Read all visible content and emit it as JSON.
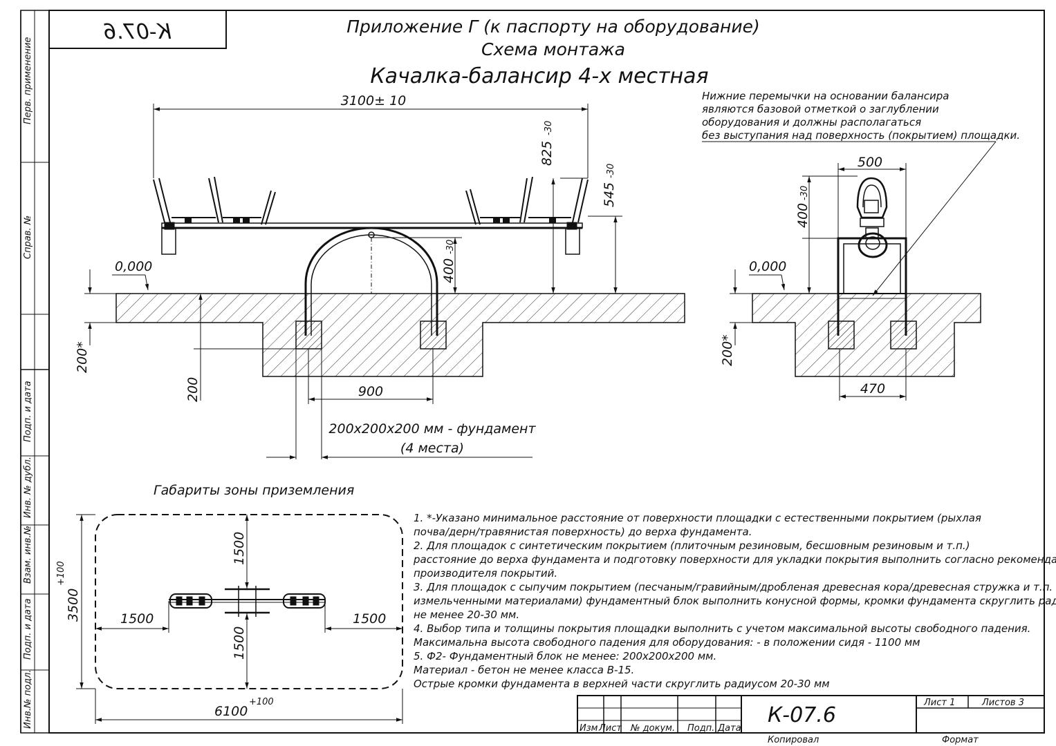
{
  "drawing_code": "К-07.6",
  "drawing_code_mirrored": "К-07.6",
  "title": {
    "line1": "Приложение Г (к паспорту на оборудование)",
    "line2": "Схема монтажа",
    "line3": "Качалка-балансир 4-х местная"
  },
  "side_strip": {
    "perv_primenenie": "Перв. применение",
    "sprav_no": "Справ. №",
    "podp_i_data_1": "Подп. и дата",
    "inv_dubl": "Инв. № дубл.",
    "vzam_inv": "Взам. инв.№",
    "podp_i_data_2": "Подп. и дата",
    "inv_podl": "Инв.№ подл."
  },
  "front_view": {
    "overall_length": "3100± 10",
    "seat_height": "825",
    "seat_height_tol": "-30",
    "beam_height": "545",
    "beam_height_tol": "-30",
    "arch_clearance": "400",
    "arch_clearance_tol": "-30",
    "ground_level": "0,000",
    "foundation_depth_min": "200*",
    "foundation_block": "200",
    "foundation_spacing": "900",
    "foundation_note_1": "200х200х200 мм - фундамент",
    "foundation_note_2": "(4 места)"
  },
  "side_view": {
    "width_top": "500",
    "clearance": "400",
    "clearance_tol": "-30",
    "ground_level": "0,000",
    "foundation_depth_min": "200*",
    "foundation_spacing": "470",
    "note_lines": [
      "Нижние перемычки на основании балансира",
      "являются базовой отметкой о заглублении",
      "оборудования и должны располагаться",
      "без выступания над поверхность (покрытием) площадки."
    ]
  },
  "landing_zone": {
    "heading": "Габариты зоны приземления",
    "left": "1500",
    "right": "1500",
    "top": "1500",
    "bottom": "1500",
    "length": "6100",
    "length_tol": "+100",
    "width": "3500",
    "width_tol": "+100"
  },
  "notes": [
    "1. *-Указано минимальное расстояние от поверхности площадки с естественными покрытием (рыхлая",
    "почва/дерн/травянистая поверхность) до верха фундамента.",
    "2. Для площадок с синтетическим покрытием (плиточным резиновым, бесшовным резиновым и т.п.)",
    "расстояние до верха фундамента и подготовку поверхности для укладки покрытия выполнить согласно рекомендациям",
    "производителя покрытий.",
    "3. Для площадок с сыпучим покрытием (песчаным/гравийным/дробленая древесная кора/древесная стружка и т.п.",
    "измельченными материалами) фундаментный блок выполнить конусной формы, кромки фундамента скруглить радиусом",
    "не менее 20-30 мм.",
    "4. Выбор типа и толщины покрытия площадки выполнить с учетом максимальной высоты свободного падения.",
    "   Максимальна высота свободного падения для оборудования: - в положении сидя - 1100 мм",
    "5. Ф2- Фундаментный блок не менее: 200х200х200 мм.",
    "          Материал - бетон не менее класса В-15.",
    "          Острые кромки фундамента в верхней части скруглить радиусом 20-30 мм"
  ],
  "title_block": {
    "code": "К-07.6",
    "izm": "Изм",
    "list_col": "Лист",
    "doc_no": "№ докум.",
    "podp": "Подп.",
    "data": "Дата",
    "sheet": "Лист 1",
    "sheets": "Листов 3",
    "kopiroval": "Копировал",
    "format": "Формат"
  }
}
